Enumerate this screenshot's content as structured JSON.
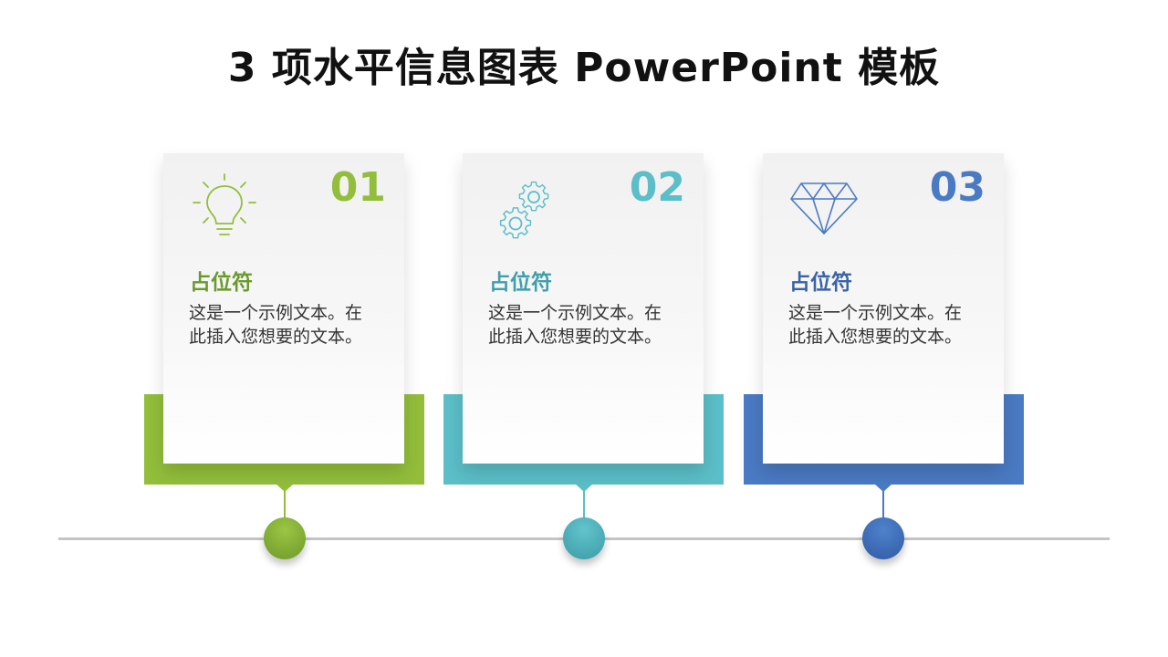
{
  "title": "3 项水平信息图表 PowerPoint 模板",
  "steps": [
    {
      "number": "01",
      "heading": "占位符",
      "body": "这是一个示例文本。在此插入您想要的文本。",
      "icon": "lightbulb-icon",
      "color": "#92be3b",
      "heading_color": "#6a9a2c",
      "dot_gradient": [
        "#9cc544",
        "#6c9a2a"
      ]
    },
    {
      "number": "02",
      "heading": "占位符",
      "body": "这是一个示例文本。在此插入您想要的文本。",
      "icon": "gears-icon",
      "color": "#5bbec8",
      "heading_color": "#3f9fab",
      "dot_gradient": [
        "#62c4cd",
        "#3b9aa6"
      ]
    },
    {
      "number": "03",
      "heading": "占位符",
      "body": "这是一个示例文本。在此插入您想要的文本。",
      "icon": "diamond-icon",
      "color": "#4a7ac3",
      "heading_color": "#3a63a6",
      "dot_gradient": [
        "#4f82cc",
        "#2f5ba3"
      ]
    }
  ]
}
